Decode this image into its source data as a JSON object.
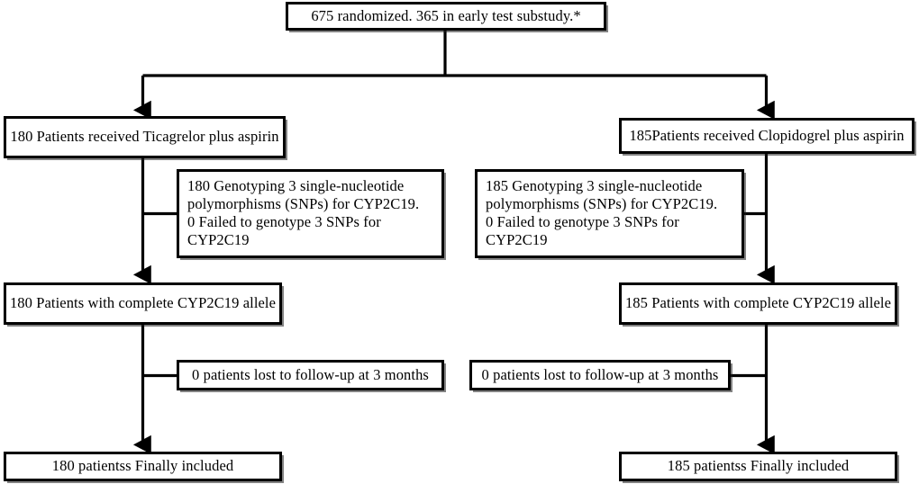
{
  "diagram": {
    "title": "CONSORT-style participant flow diagram",
    "stroke_color": "#000000",
    "background_color": "#ffffff",
    "nodes": {
      "enrollment": {
        "text": "675 randomized. 365 in early test substudy.*"
      },
      "left_allocation": {
        "text": "180 Patients received Ticagrelor plus aspirin"
      },
      "right_allocation": {
        "text": "185Patients received Clopidogrel plus aspirin"
      },
      "left_genotyping": {
        "text": "180 Genotyping 3 single-nucleotide polymorphisms (SNPs) for CYP2C19.\n0 Failed to genotype 3 SNPs for CYP2C19"
      },
      "right_genotyping": {
        "text": "185 Genotyping 3 single-nucleotide polymorphisms (SNPs) for CYP2C19.\n0 Failed to genotype 3 SNPs for CYP2C19"
      },
      "left_allele": {
        "text": "180 Patients with complete CYP2C19 allele"
      },
      "right_allele": {
        "text": "185 Patients with complete CYP2C19 allele"
      },
      "left_followup": {
        "text": "0 patients lost to follow-up at 3 months"
      },
      "right_followup": {
        "text": "0 patients lost to follow-up at 3 months"
      },
      "left_included": {
        "text": "180 patientss Finally included"
      },
      "right_included": {
        "text": "185 patientss Finally included"
      }
    }
  }
}
